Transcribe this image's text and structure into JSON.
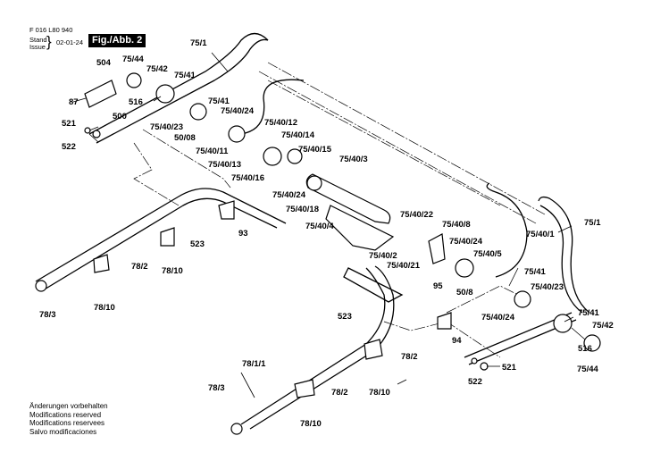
{
  "header": {
    "document_number": "F 016 L80 940",
    "stand_label": "Stand",
    "issue_label": "Issue",
    "issue_date": "02-01-24",
    "figure_label": "Fig./Abb. 2"
  },
  "footer_notes": [
    "Änderungen vorbehalten",
    "Modifications reserved",
    "Modifications reservees",
    "Salvo modificaciones"
  ],
  "part_labels": [
    {
      "id": "504",
      "text": "504"
    },
    {
      "id": "75/44-top",
      "text": "75/44"
    },
    {
      "id": "75/42-top",
      "text": "75/42"
    },
    {
      "id": "75/41-top",
      "text": "75/41"
    },
    {
      "id": "75/1-top",
      "text": "75/1"
    },
    {
      "id": "87",
      "text": "87"
    },
    {
      "id": "516-top",
      "text": "516"
    },
    {
      "id": "500",
      "text": "500"
    },
    {
      "id": "75/41-mid",
      "text": "75/41"
    },
    {
      "id": "75/40/24-a",
      "text": "75/40/24"
    },
    {
      "id": "75/40/23-a",
      "text": "75/40/23"
    },
    {
      "id": "521-left",
      "text": "521"
    },
    {
      "id": "522-left",
      "text": "522"
    },
    {
      "id": "50/08",
      "text": "50/08"
    },
    {
      "id": "75/40/12",
      "text": "75/40/12"
    },
    {
      "id": "75/40/14",
      "text": "75/40/14"
    },
    {
      "id": "75/40/11",
      "text": "75/40/11"
    },
    {
      "id": "75/40/15",
      "text": "75/40/15"
    },
    {
      "id": "75/40/13",
      "text": "75/40/13"
    },
    {
      "id": "75/40/3",
      "text": "75/40/3"
    },
    {
      "id": "75/40/16",
      "text": "75/40/16"
    },
    {
      "id": "75/40/24-b",
      "text": "75/40/24"
    },
    {
      "id": "75/40/18",
      "text": "75/40/18"
    },
    {
      "id": "75/40/4",
      "text": "75/40/4"
    },
    {
      "id": "75/40/22",
      "text": "75/40/22"
    },
    {
      "id": "75/40/8",
      "text": "75/40/8"
    },
    {
      "id": "75/40/24-c",
      "text": "75/40/24"
    },
    {
      "id": "75/40/2",
      "text": "75/40/2"
    },
    {
      "id": "75/40/21",
      "text": "75/40/21"
    },
    {
      "id": "75/40/5",
      "text": "75/40/5"
    },
    {
      "id": "75/40/1",
      "text": "75/40/1"
    },
    {
      "id": "75/1-right",
      "text": "75/1"
    },
    {
      "id": "523-left",
      "text": "523"
    },
    {
      "id": "93",
      "text": "93"
    },
    {
      "id": "78/2-a",
      "text": "78/2"
    },
    {
      "id": "78/10-a",
      "text": "78/10"
    },
    {
      "id": "78/10-b",
      "text": "78/10"
    },
    {
      "id": "78/3-left",
      "text": "78/3"
    },
    {
      "id": "95",
      "text": "95"
    },
    {
      "id": "50/8",
      "text": "50/8"
    },
    {
      "id": "75/41-right",
      "text": "75/41"
    },
    {
      "id": "75/40/23-b",
      "text": "75/40/23"
    },
    {
      "id": "75/40/24-d",
      "text": "75/40/24"
    },
    {
      "id": "523-mid",
      "text": "523"
    },
    {
      "id": "94",
      "text": "94"
    },
    {
      "id": "75/41-bottom",
      "text": "75/41"
    },
    {
      "id": "75/42-bottom",
      "text": "75/42"
    },
    {
      "id": "516-bottom",
      "text": "516"
    },
    {
      "id": "75/44-bottom",
      "text": "75/44"
    },
    {
      "id": "78/1/1",
      "text": "78/1/1"
    },
    {
      "id": "78/2-b",
      "text": "78/2"
    },
    {
      "id": "78/2-c",
      "text": "78/2"
    },
    {
      "id": "521-right",
      "text": "521"
    },
    {
      "id": "522-right",
      "text": "522"
    },
    {
      "id": "78/3-bottom",
      "text": "78/3"
    },
    {
      "id": "78/10-c",
      "text": "78/10"
    },
    {
      "id": "78/10-d",
      "text": "78/10"
    }
  ]
}
